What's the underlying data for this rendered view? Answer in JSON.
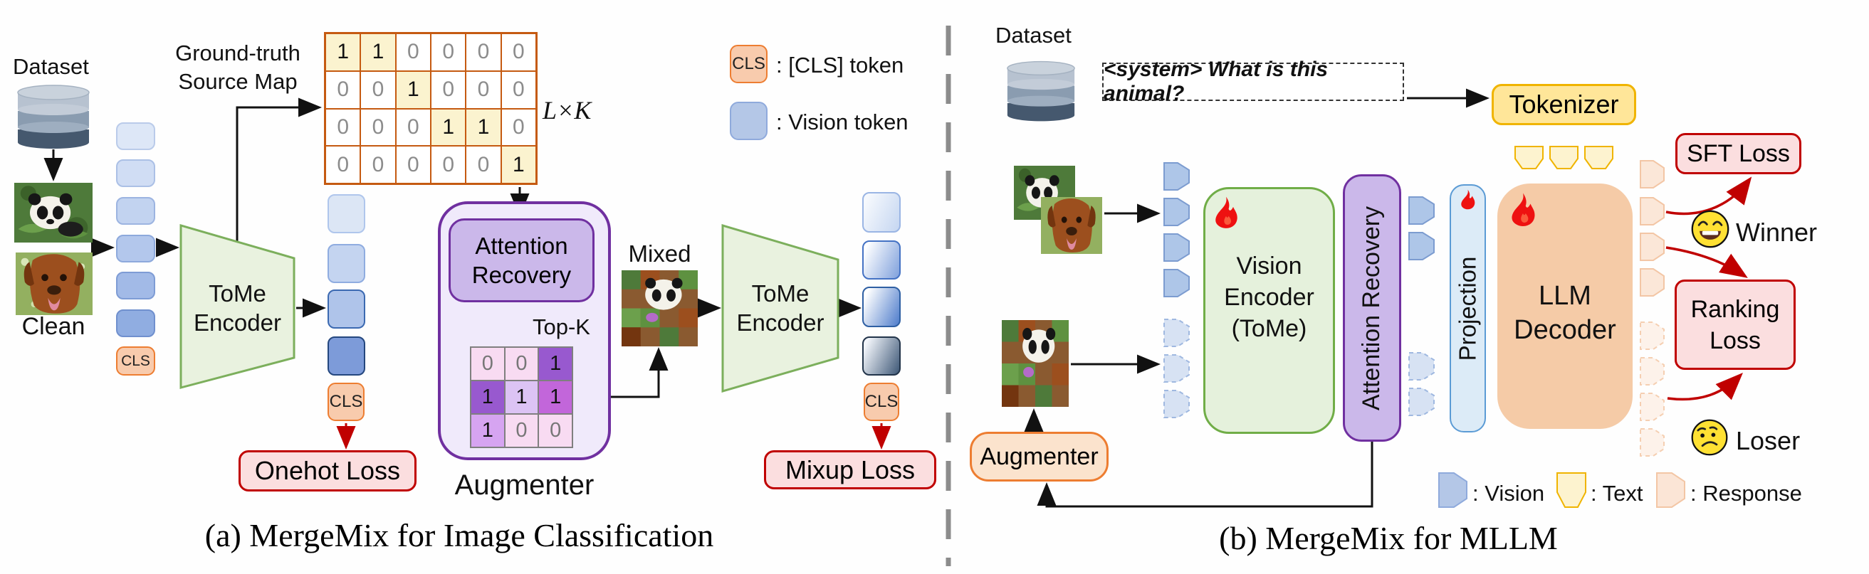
{
  "figure": {
    "panel_a": {
      "caption": "(a) MergeMix for Image Classification",
      "dataset_label": "Dataset",
      "clean_label": "Clean",
      "ground_truth_label_line1": "Ground-truth",
      "ground_truth_label_line2": "Source Map",
      "matrix_dims_label": "L×K",
      "encoder_line1": "ToMe",
      "encoder_line2": "Encoder",
      "source_map": [
        [
          1,
          1,
          0,
          0,
          0,
          0
        ],
        [
          0,
          0,
          1,
          0,
          0,
          0
        ],
        [
          0,
          0,
          0,
          1,
          1,
          0
        ],
        [
          0,
          0,
          0,
          0,
          0,
          1
        ]
      ],
      "attention_line1": "Attention",
      "attention_line2": "Recovery",
      "topk_label": "Top-K",
      "topk_matrix": [
        [
          0,
          0,
          1
        ],
        [
          1,
          1,
          1
        ],
        [
          1,
          0,
          0
        ]
      ],
      "augmenter_label": "Augmenter",
      "mixed_label": "Mixed",
      "cls_label": "CLS",
      "onehot_loss_label": "Onehot Loss",
      "mixup_loss_label": "Mixup Loss",
      "legend": {
        "cls_chip": "CLS",
        "cls_text": ": [CLS] token",
        "vision_text": ": Vision token"
      }
    },
    "panel_b": {
      "caption": "(b) MergeMix for MLLM",
      "dataset_label": "Dataset",
      "system_prompt": "<system> What is this animal?",
      "tokenizer_label": "Tokenizer",
      "augmenter_label": "Augmenter",
      "vision_encoder_line1": "Vision",
      "vision_encoder_line2": "Encoder",
      "vision_encoder_line3": "(ToMe)",
      "attention_recovery_label": "Attention Recovery",
      "projection_label": "Projection",
      "llm_line1": "LLM",
      "llm_line2": "Decoder",
      "sft_loss_label": "SFT Loss",
      "ranking_loss_line1": "Ranking",
      "ranking_loss_line2": "Loss",
      "winner_label": "Winner",
      "loser_label": "Loser",
      "legend": {
        "vision": ": Vision",
        "text": ": Text",
        "response": ": Response"
      }
    },
    "icons": {
      "fire": "red-flame-trainable",
      "winner_face": "grinning-smiling-face",
      "loser_face": "skeptical-frown-face",
      "database": "cylinder-database"
    },
    "colors": {
      "encoder_green_fill": "#E9F2DF",
      "encoder_green_border": "#7CAF5C",
      "purple_border": "#7030A0",
      "attention_purple_fill": "#CBB8EA",
      "augmenter_purple_fill": "#F0EAFB",
      "augmenter_orange_border": "#ED7D31",
      "cls_fill": "#F8CBAD",
      "loss_fill": "#FBDEDF",
      "loss_border": "#C00000",
      "tokenizer_fill": "#FFE699",
      "tokenizer_border": "#F0B400",
      "projection_fill": "#DCEBF7",
      "projection_border": "#5B9BD5",
      "llm_fill": "#F5CBA7",
      "vision_token_blue": "#AEC6E8",
      "matrix_border_orange": "#C55A11",
      "matrix_highlight_yellow": "#FBF3CF",
      "divider_gray": "#8C8C8C"
    }
  }
}
